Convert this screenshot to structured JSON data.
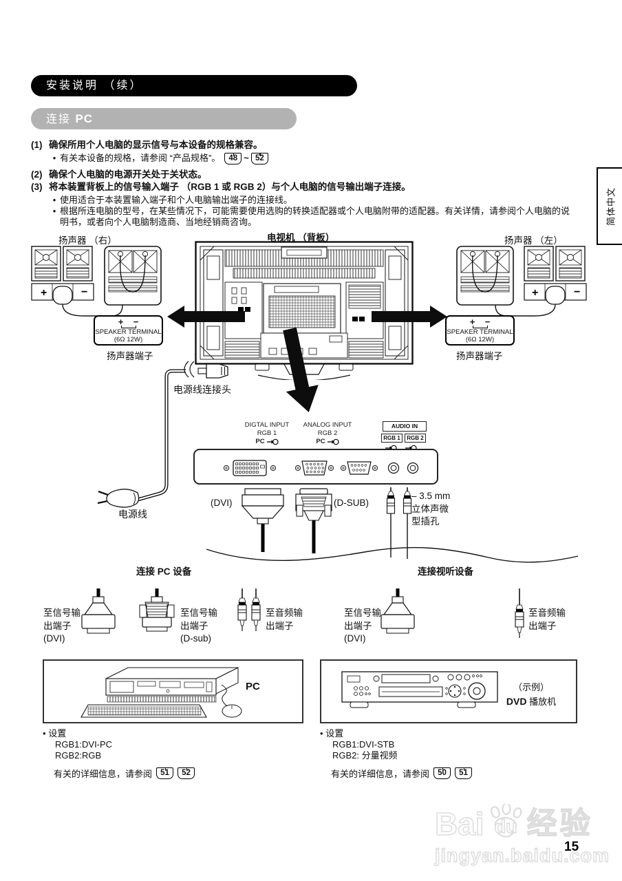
{
  "page": {
    "number": "15"
  },
  "tab": {
    "label": "简体中文"
  },
  "header": {
    "title": "安装说明 （续）",
    "section_zh": "连接 ",
    "section_en": "PC"
  },
  "steps": {
    "n1": "(1)",
    "t1": "确保所用个人电脑的显示信号与本设备的规格兼容。",
    "b": "•",
    "b1": "有关本设备的规格，请参阅 “产品规格”。",
    "r1a": "48",
    "tilde": "~",
    "r1b": "52",
    "n2": "(2)",
    "t2": "确保个人电脑的电源开关处于关状态。",
    "n3": "(3)",
    "t3": "将本装置背板上的信号输入端子 （RGB 1 或 RGB 2）与个人电脑的信号输出端子连接。",
    "b2": "使用适合于本装置输入端子和个人电脑输出端子的连接线。",
    "b3": "根据所连电脑的型号，在某些情况下，可能需要使用选购的转换适配器或个人电脑附带的适配器。有关详情，请参阅个人电脑的说明书，或者向个人电脑制造商、当地经销商咨询。"
  },
  "diagram": {
    "speaker_right": "扬声器 （右）",
    "tv_back": "电视机 （背板）",
    "speaker_left": "扬声器 （左）",
    "plus": "+",
    "minus": "−",
    "terminal_line1": "SPEAKER TERMINAL",
    "terminal_line2": "(6Ω 12W)",
    "terminal_label": "扬声器端子",
    "power_connector": "电源线连接头",
    "power_cord": "电源线",
    "digital_input": "DIGTAL INPUT",
    "digital_rgb": "RGB 1",
    "analog_input": "ANALOG INPUT",
    "analog_rgb": "RGB 2",
    "pc": "PC",
    "audio_in": "AUDIO IN",
    "audio_rgb1": "RGB 1",
    "audio_rgb2": "RGB 2",
    "dvi": "(DVI)",
    "dsub": "(D-SUB)",
    "jack": "– 3.5 mm\n立体声微\n型插孔",
    "connect_pc": "连接 PC 设备",
    "connect_av": "连接视听设备"
  },
  "bottom_left": {
    "to_dvi": "至信号输\n出端子\n(DVI)",
    "to_dsub": "至信号输\n出端子\n(D-sub)",
    "to_audio": "至音频输\n出端子",
    "device": "PC",
    "bullet": "•",
    "settings": "设置",
    "line1": "RGB1:DVI-PC",
    "line2": "RGB2:RGB",
    "refs": "有关的详细信息，请参阅",
    "r1": "51",
    "r2": "52"
  },
  "bottom_right": {
    "to_dvi": "至信号输\n出端子\n(DVI)",
    "to_audio": "至音频输\n出端子",
    "example": "（示例）",
    "device_en": "DVD",
    "device_zh": " 播放机",
    "bullet": "•",
    "settings": "设置",
    "line1": "RGB1:DVI-STB",
    "line2": "RGB2: 分量视频",
    "refs": "有关的详细信息，请参阅",
    "r1": "50",
    "r2": "51"
  },
  "watermark": {
    "b1": "Bai",
    "b2": "du",
    "b3": "经验",
    "url": "jingyan.baidu.com"
  }
}
